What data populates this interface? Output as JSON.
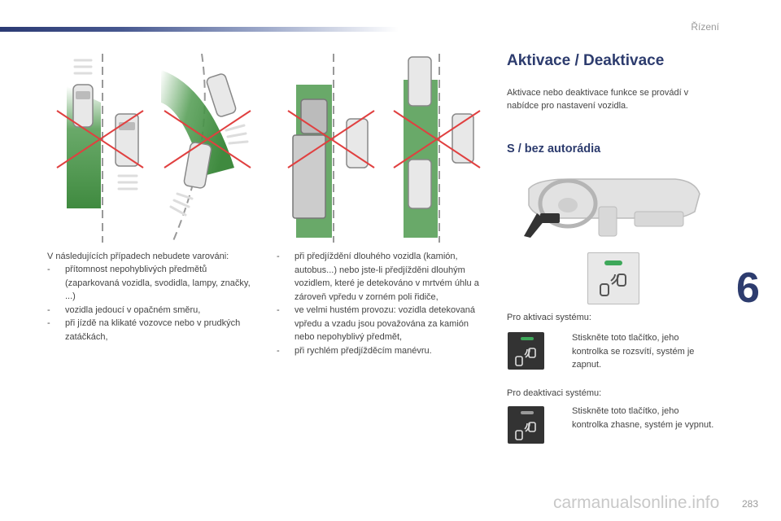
{
  "header": {
    "chapter_name": "Řízení"
  },
  "section": {
    "title": "Aktivace / Deaktivace",
    "intro": "Aktivace nebo deaktivace funkce se provádí v nabídce pro nastavení vozidla.",
    "subtitle": "S / bez autorádia"
  },
  "left_column": {
    "intro": "V následujících případech nebudete varováni:",
    "items": [
      "přítomnost nepohyblivých předmětů (zaparkovaná vozidla, svodidla, lampy, značky, ...)",
      "vozidla jedoucí v opačném směru,",
      "při jízdě na klikaté vozovce nebo v prudkých zatáčkách,"
    ]
  },
  "middle_column": {
    "items": [
      "při předjíždění dlouhého vozidla (kamión, autobus...) nebo jste-li předjížděni dlouhým vozidlem, které je detekováno v mrtvém úhlu a zároveň vpředu v zorném poli řidiče,",
      "ve velmi hustém provozu: vozidla detekovaná vpředu a vzadu jsou považována za kamión nebo nepohyblivý předmět,",
      "při rychlém předjížděcím manévru."
    ]
  },
  "activation": {
    "label": "Pro aktivaci systému:",
    "bullet": "",
    "step": "Stiskněte toto tlačítko, jeho kontrolka se rozsvítí, systém je zapnut.",
    "led_color": "#3ea85a"
  },
  "deactivation": {
    "label": "Pro deaktivaci systému:",
    "bullet": "",
    "step": "Stiskněte toto tlačítko, jeho kontrolka zhasne, systém je vypnut.",
    "led_color": "#9a9a9a"
  },
  "chapter_number": "6",
  "page_number": "283",
  "watermark": "carmanualsonline.info",
  "colors": {
    "accent": "#2d3c6e",
    "zone_green": "#4f9a4f",
    "cross_red": "#e04040"
  }
}
